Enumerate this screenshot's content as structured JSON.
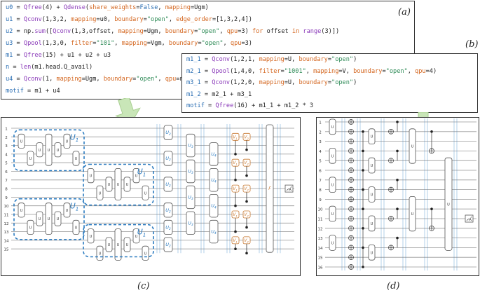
{
  "labels": {
    "a": "(a)",
    "b": "(b)",
    "c": "(c)",
    "d": "(d)"
  },
  "code_a": [
    [
      [
        "u0",
        "var"
      ],
      [
        " = ",
        "op"
      ],
      [
        "Qfree",
        "fn"
      ],
      [
        "(4)",
        "op"
      ],
      [
        " + ",
        "op"
      ],
      [
        "Qdense",
        "fn"
      ],
      [
        "(",
        "op"
      ],
      [
        "share_weights",
        "kw"
      ],
      [
        "=",
        "op"
      ],
      [
        "False",
        "bool"
      ],
      [
        ", ",
        "op"
      ],
      [
        "mapping",
        "kw"
      ],
      [
        "=Ugm)",
        "op"
      ]
    ],
    [
      [
        "u1",
        "var"
      ],
      [
        " = ",
        "op"
      ],
      [
        "Qconv",
        "fn"
      ],
      [
        "(1,3,2, ",
        "op"
      ],
      [
        "mapping",
        "kw"
      ],
      [
        "=u0, ",
        "op"
      ],
      [
        "boundary",
        "kw"
      ],
      [
        "=",
        "op"
      ],
      [
        "\"open\"",
        "str"
      ],
      [
        ", ",
        "op"
      ],
      [
        "edge_order",
        "kw"
      ],
      [
        "=[1,3,2,4])",
        "op"
      ]
    ],
    [
      [
        "u2",
        "var"
      ],
      [
        " = np.",
        "op"
      ],
      [
        "sum",
        "fn"
      ],
      [
        "([",
        "op"
      ],
      [
        "Qconv",
        "fn"
      ],
      [
        "(1,3,offset, ",
        "op"
      ],
      [
        "mapping",
        "kw"
      ],
      [
        "=Ugm, ",
        "op"
      ],
      [
        "boundary",
        "kw"
      ],
      [
        "=",
        "op"
      ],
      [
        "\"open\"",
        "str"
      ],
      [
        ", ",
        "op"
      ],
      [
        "qpu",
        "kw"
      ],
      [
        "=3) ",
        "op"
      ],
      [
        "for",
        "kw"
      ],
      [
        " offset ",
        "op"
      ],
      [
        "in",
        "kw"
      ],
      [
        " ",
        "op"
      ],
      [
        "range",
        "fn"
      ],
      [
        "(3)])",
        "op"
      ]
    ],
    [
      [
        "u3",
        "var"
      ],
      [
        " = ",
        "op"
      ],
      [
        "Qpool",
        "fn"
      ],
      [
        "(1,3,0, ",
        "op"
      ],
      [
        "filter",
        "kw"
      ],
      [
        "=",
        "op"
      ],
      [
        "\"101\"",
        "str"
      ],
      [
        ", ",
        "op"
      ],
      [
        "mapping",
        "kw"
      ],
      [
        "=Vgm, ",
        "op"
      ],
      [
        "boundary",
        "kw"
      ],
      [
        "=",
        "op"
      ],
      [
        "\"open\"",
        "str"
      ],
      [
        ", ",
        "op"
      ],
      [
        "qpu",
        "kw"
      ],
      [
        "=3)",
        "op"
      ]
    ],
    [
      [
        "m1",
        "var"
      ],
      [
        " = ",
        "op"
      ],
      [
        "Qfree",
        "fn"
      ],
      [
        "(15) + u1 + u2 + u3",
        "op"
      ]
    ],
    [
      [
        "n",
        "var"
      ],
      [
        " = ",
        "op"
      ],
      [
        "len",
        "fn"
      ],
      [
        "(m1.head.Q_avail)",
        "op"
      ]
    ],
    [
      [
        "u4",
        "var"
      ],
      [
        " = ",
        "op"
      ],
      [
        "Qconv",
        "fn"
      ],
      [
        "(1, ",
        "op"
      ],
      [
        "mapping",
        "kw"
      ],
      [
        "=Ugm, ",
        "op"
      ],
      [
        "boundary",
        "kw"
      ],
      [
        "=",
        "op"
      ],
      [
        "\"open\"",
        "str"
      ],
      [
        ", ",
        "op"
      ],
      [
        "qpu",
        "kw"
      ],
      [
        "=n)",
        "op"
      ]
    ],
    [
      [
        "motif",
        "var"
      ],
      [
        " = m1 + u4",
        "op"
      ]
    ]
  ],
  "code_b": [
    [
      [
        "m1_1",
        "var"
      ],
      [
        " = ",
        "op"
      ],
      [
        "Qconv",
        "fn"
      ],
      [
        "(1,2,1, ",
        "op"
      ],
      [
        "mapping",
        "kw"
      ],
      [
        "=U, ",
        "op"
      ],
      [
        "boundary",
        "kw"
      ],
      [
        "=",
        "op"
      ],
      [
        "\"open\"",
        "str"
      ],
      [
        ")",
        "op"
      ]
    ],
    [
      [
        "m2_1",
        "var"
      ],
      [
        " = ",
        "op"
      ],
      [
        "Qpool",
        "fn"
      ],
      [
        "(1,4,0, ",
        "op"
      ],
      [
        "filter",
        "kw"
      ],
      [
        "=",
        "op"
      ],
      [
        "\"1001\"",
        "str"
      ],
      [
        ", ",
        "op"
      ],
      [
        "mapping",
        "kw"
      ],
      [
        "=V, ",
        "op"
      ],
      [
        "boundary",
        "kw"
      ],
      [
        "=",
        "op"
      ],
      [
        "\"open\"",
        "str"
      ],
      [
        ", ",
        "op"
      ],
      [
        "qpu",
        "kw"
      ],
      [
        "=4)",
        "op"
      ]
    ],
    [
      [
        "m3_1",
        "var"
      ],
      [
        " = ",
        "op"
      ],
      [
        "Qconv",
        "fn"
      ],
      [
        "(1,2,0, ",
        "op"
      ],
      [
        "mapping",
        "kw"
      ],
      [
        "=U, ",
        "op"
      ],
      [
        "boundary",
        "kw"
      ],
      [
        "=",
        "op"
      ],
      [
        "\"open\"",
        "str"
      ],
      [
        ")",
        "op"
      ]
    ],
    [
      [
        "m1_2",
        "var"
      ],
      [
        " = m2_1 + m3_1",
        "op"
      ]
    ],
    [
      [
        "motif",
        "var"
      ],
      [
        " = ",
        "op"
      ],
      [
        "Qfree",
        "fn"
      ],
      [
        "(16) + m1_1 + m1_2 * 3",
        "op"
      ]
    ]
  ],
  "circuit_c": {
    "wire_numbers": [
      "1",
      "2",
      "3",
      "4",
      "5",
      "6",
      "7",
      "8",
      "9",
      "10",
      "11",
      "12",
      "13",
      "14",
      "15"
    ],
    "gate_label": "U",
    "block_label": "U",
    "block_sub": "1",
    "u2_label": "U",
    "u2_sub": "2",
    "u3_label": "U",
    "u3_sub": "3",
    "u4_label": "U",
    "u4_sub": "4",
    "v1_label": "V",
    "v1_sub": "1",
    "v2_label": "V",
    "v2_sub": "2",
    "big_label": "F"
  },
  "circuit_d": {
    "wire_numbers": [
      "1",
      "2",
      "3",
      "4",
      "5",
      "6",
      "7",
      "8",
      "9",
      "10",
      "11",
      "12",
      "13",
      "14",
      "15",
      "16"
    ],
    "gate_label": "U"
  },
  "colors": {
    "fn": "#8a3ab9",
    "kw": "#d4661f",
    "str": "#2e8b57",
    "var": "#2a6eb3",
    "bool": "#2a6eb3",
    "blue": "#2b7bc0",
    "orange": "#c7772e",
    "arrow": "#c9e6b8"
  }
}
